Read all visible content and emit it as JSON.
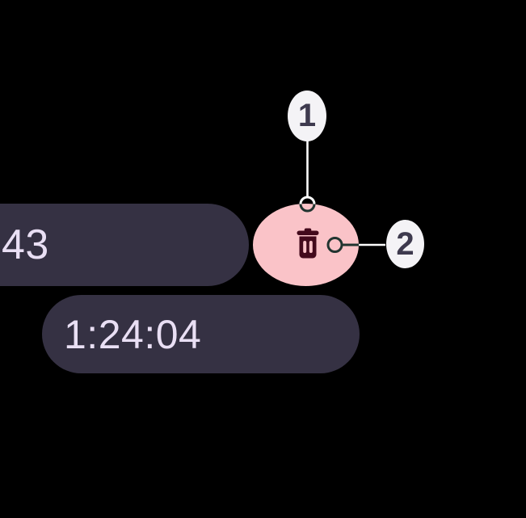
{
  "timers": {
    "partial": {
      "value": "43"
    },
    "elapsed": {
      "value": "1:24:04"
    }
  },
  "delete_button": {
    "icon": "trash-icon"
  },
  "callouts": [
    {
      "number": "1",
      "target": "delete-button"
    },
    {
      "number": "2",
      "target": "trash-icon"
    }
  ],
  "colors": {
    "canvas-bg": "#000000",
    "pill-bg": "#353143",
    "pill-text": "#E9DFF4",
    "delete-bg": "#FAC3C8",
    "delete-icon": "#430A1C",
    "badge-bg": "#F4F3F6",
    "badge-text": "#3E3A4E",
    "connector-light": "#FDFDFD",
    "connector-dark": "#213430"
  }
}
